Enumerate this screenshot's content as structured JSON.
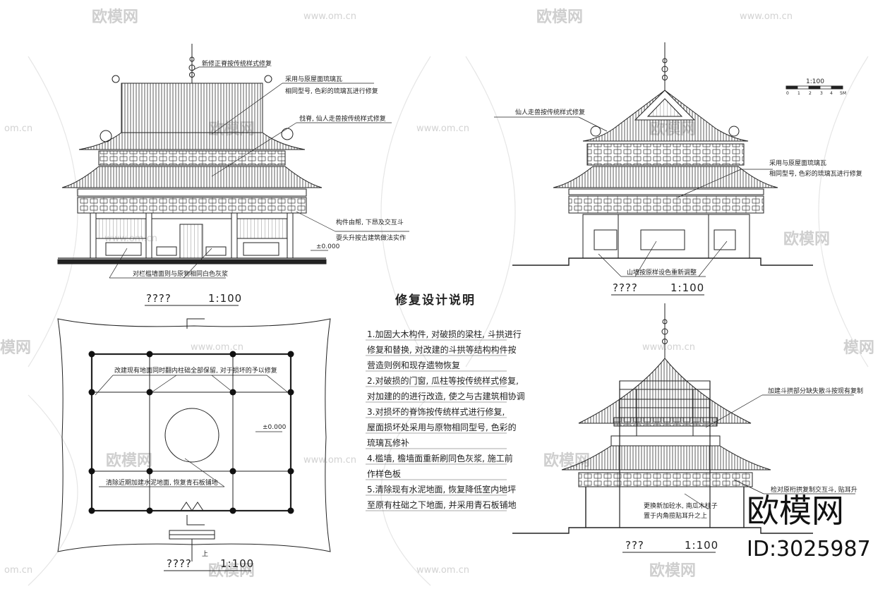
{
  "watermark": {
    "logo_text": "欧模网",
    "url_text": "www.om.cn",
    "partial_url": "om.cn",
    "partial_logo": "模网"
  },
  "front_elevation": {
    "caption_code": "????",
    "caption_scale": "1:100",
    "notes": [
      "新修正脊按传统样式修复",
      "采用与原屋面琉璃瓦",
      "相同型号, 色彩的琉璃瓦进行修复",
      "戗脊, 仙人走兽按传统样式修复",
      "构件由帮, 下昂及交互斗",
      "耍头升按古建筑做法实作",
      "对栏槛墙面则与原物相同白色灰浆"
    ],
    "level_mark": "±0.000"
  },
  "side_elevation": {
    "caption_code": "????",
    "caption_scale": "1:100",
    "scale_bar_label": "1:100",
    "scale_bar_ticks": [
      "0",
      "1",
      "2",
      "3",
      "4",
      "5M"
    ],
    "notes": [
      "仙人走兽按传统样式修复",
      "采用与原屋面琉璃瓦",
      "相同型号, 色彩的琉璃瓦进行修复",
      "山墙按原样设色重新调整"
    ]
  },
  "plan": {
    "caption_code": "????",
    "caption_scale": "1:100",
    "notes": [
      "改建现有地面同时翻内柱础全部保留, 对于损坏的予以修复",
      "清除近期加建水泥地面, 恢复青石板铺地"
    ],
    "level_mark": "±0.000",
    "entrance_label": "上"
  },
  "section": {
    "caption_code": "???",
    "caption_scale": "1:100",
    "notes": [
      "加建斗拱部分缺失散斗按现有复制",
      "检对原桁拱复制交互斗, 贴耳升",
      "更换新加砼水, 南瓜木柱子",
      "置于内角揽贴耳升之上"
    ]
  },
  "restoration": {
    "title": "修复设计说明",
    "items": [
      "1.加固大木构件, 对破损的梁柱, 斗拱进行",
      "修复和替换, 对改建的斗拱等结构构件按",
      "营造则例和现存遗物恢复",
      "2.对破损的门窗, 瓜柱等按传统样式修复,",
      "对加建的的进行改造, 使之与古建筑相协调",
      "3.对损坏的脊饰按传统样式进行修复,",
      "屋面损坏处采用与原物相同型号, 色彩的",
      "琉璃瓦修补",
      "4.槛墙, 檐墙面重新刷同色灰浆, 施工前",
      "作样色板",
      "5.清除现有水泥地面, 恢复降低室内地坪",
      "至原有柱础之下地面, 并采用青石板铺地"
    ]
  },
  "brand": {
    "name": "欧模网",
    "id_text": "ID:3025987"
  }
}
